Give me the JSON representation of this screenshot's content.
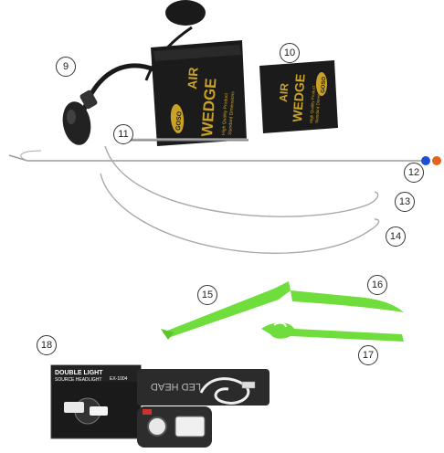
{
  "callouts": {
    "n9": "9",
    "n10": "10",
    "n11": "11",
    "n12": "12",
    "n13": "13",
    "n14": "14",
    "n15": "15",
    "n16": "16",
    "n17": "17",
    "n18": "18"
  },
  "wedges": {
    "large": {
      "title_top": "AIR",
      "title_bottom": "WEDGE",
      "tagline": "High Quality Product",
      "tagline2": "Standard Dimensions",
      "logo": "GOSO"
    },
    "small": {
      "title_top": "AIR",
      "title_bottom": "WEDGE",
      "tagline": "High Quality Product",
      "tagline2": "Standard Dimensions",
      "logo": "GOSO"
    }
  },
  "headlamp_box": {
    "line1": "DOUBLE LIGHT",
    "line2": "SOURCE HEADLIGHT",
    "model": "EX-1004"
  },
  "headband_text": "LED HEAD",
  "colors": {
    "bag": "#1b1b1b",
    "gold": "#c9a227",
    "green": "#6fdd3c",
    "ball_blue": "#1f4fd1",
    "ball_orange": "#e3621d"
  }
}
